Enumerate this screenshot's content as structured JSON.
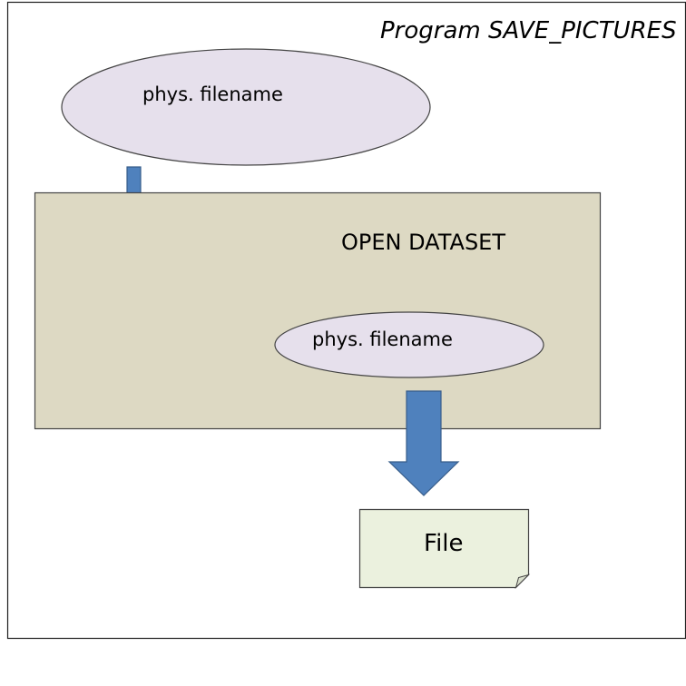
{
  "program": {
    "title": "Program SAVE_PICTURES"
  },
  "nodes": {
    "top_ellipse": {
      "label": "phys. filename"
    },
    "open_dataset": {
      "label": "OPEN DATASET"
    },
    "inner_ellipse": {
      "label": "phys. filename"
    },
    "file": {
      "label": "File"
    }
  },
  "colors": {
    "frame_border": "#1f1f1f",
    "ellipse_fill": "#e6e0ec",
    "ellipse_stroke": "#444444",
    "box_fill": "#ddd9c3",
    "box_stroke": "#444444",
    "arrow_fill": "#4f81bd",
    "arrow_stroke": "#385d8a",
    "file_fill": "#ebf1de",
    "file_stroke": "#444444"
  }
}
